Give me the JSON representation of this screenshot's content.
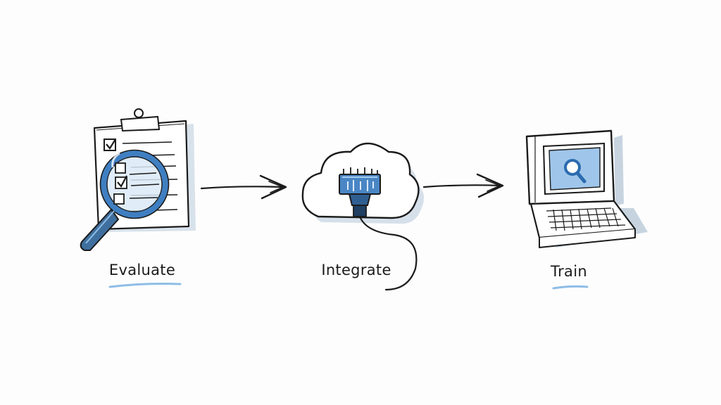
{
  "steps": [
    {
      "label": "Evaluate",
      "icon": "clipboard-magnifier-icon"
    },
    {
      "label": "Integrate",
      "icon": "cloud-plug-icon"
    },
    {
      "label": "Train",
      "icon": "computer-search-icon"
    }
  ],
  "colors": {
    "ink": "#1b1b1b",
    "accent_blue": "#3f7fc1",
    "light_blue": "#8fbde6",
    "shadow": "#b9c9d8",
    "background": "#fdfdfd"
  }
}
